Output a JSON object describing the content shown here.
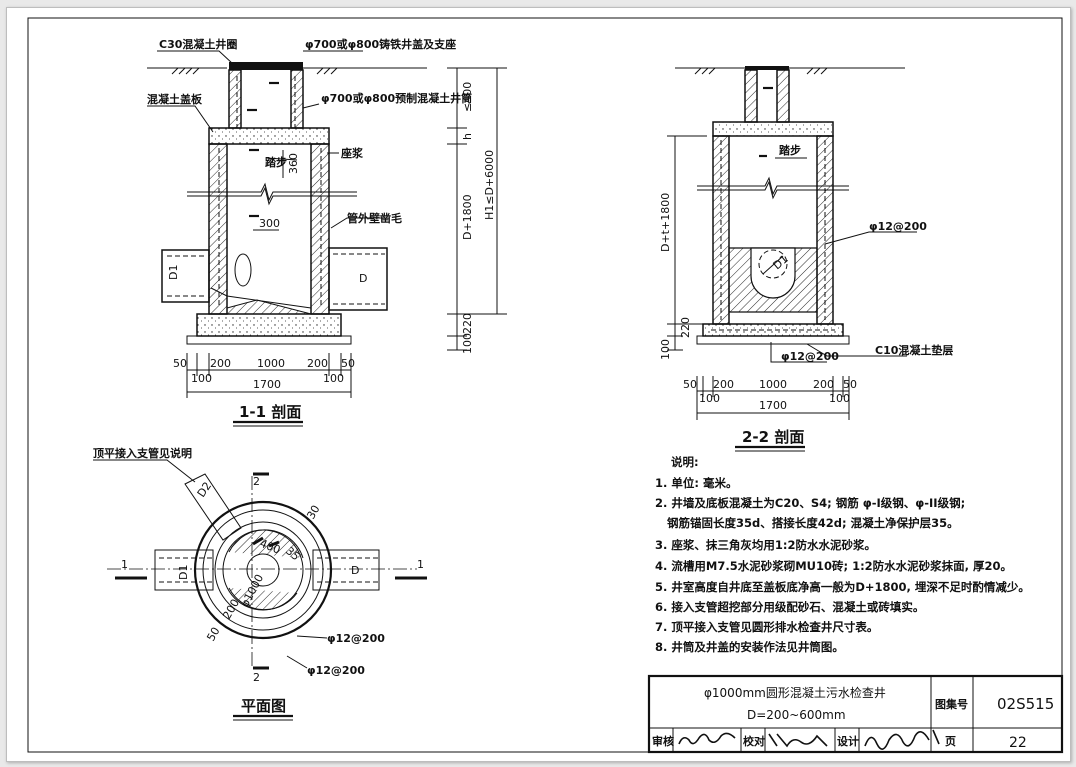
{
  "section11": {
    "title": "1-1 剖面",
    "label_cover_ring": "C30混凝土井圈",
    "label_cover": "φ700或φ800铸铁井盖及支座",
    "label_slab": "混凝土盖板",
    "label_shaft": "φ700或φ800预制混凝土井筒",
    "label_mortar": "座浆",
    "label_step": "踏步",
    "label_roughen": "管外壁凿毛",
    "pipe_in": "D1",
    "pipe_out": "D",
    "dim_step_v": "360",
    "dim_step_h": "300",
    "dim_400": "≤400",
    "dim_h": "h",
    "dim_d1800": "D+1800",
    "dim_h1": "H1≤D+6000",
    "dim_220": "220",
    "dim_100": "100",
    "dim_50a": "50",
    "dim_200a": "200",
    "dim_1000": "1000",
    "dim_200b": "200",
    "dim_50b": "50",
    "dim_100a": "100",
    "dim_100b": "100",
    "dim_1700": "1700"
  },
  "section22": {
    "title": "2-2 剖面",
    "label_step": "踏步",
    "label_rebar": "φ12@200",
    "label_rebar_bottom": "φ12@200",
    "label_cushion": "C10混凝土垫层",
    "pipe": "D1",
    "dim_d1800": "D+t+1800",
    "dim_220": "220",
    "dim_100": "100",
    "dim_50a": "50",
    "dim_200a": "200",
    "dim_1000": "1000",
    "dim_200b": "200",
    "dim_50b": "50",
    "dim_100a": "100",
    "dim_100b": "100",
    "dim_1700": "1700"
  },
  "plan": {
    "title": "平面图",
    "label_branch": "顶平接入支管见说明",
    "cut_mark_1": "1",
    "cut_mark_2": "2",
    "pipe_branch": "D2",
    "pipe_in": "D1",
    "pipe_out": "D",
    "dim_30": "30",
    "dim_35": "35",
    "dim_400": "400",
    "dim_r1000": "φ1000",
    "dim_200": "200",
    "dim_50": "50",
    "label_rebar_1": "φ12@200",
    "label_rebar_2": "φ12@200"
  },
  "notes": {
    "heading": "说明:",
    "items": [
      "1. 单位: 毫米。",
      "2. 井墙及底板混凝土为C20、S4; 钢筋 φ-I级钢、φ-II级钢;",
      "   钢筋锚固长度35d、搭接长度42d; 混凝土净保护层35。",
      "3. 座浆、抹三角灰均用1:2防水水泥砂浆。",
      "4. 流槽用M7.5水泥砂浆砌MU10砖; 1:2防水水泥砂浆抹面, 厚20。",
      "5. 井室高度自井底至盖板底净高一般为D+1800, 埋深不足时酌情减少。",
      "6. 接入支管超挖部分用级配砂石、混凝土或砖填实。",
      "7. 顶平接入支管见圆形排水检查井尺寸表。",
      "8. 井筒及井盖的安装作法见井筒图。"
    ]
  },
  "title_block": {
    "title_line1": "φ1000mm圆形混凝土污水检查井",
    "title_line2": "D=200~600mm",
    "atlas_label": "图集号",
    "atlas_no": "02S515",
    "review_label": "审核",
    "check_label": "校对",
    "design_label": "设计",
    "page_label": "页",
    "page_no": "22"
  }
}
